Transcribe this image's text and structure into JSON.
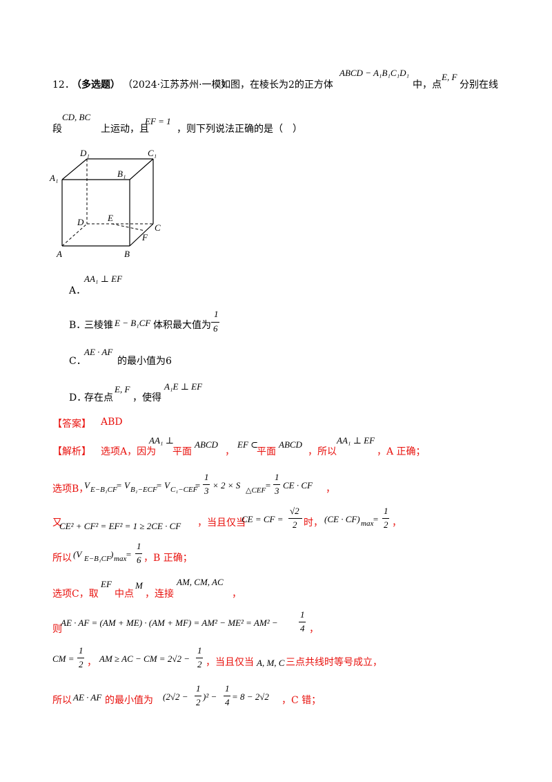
{
  "question": {
    "number": "12．",
    "tag": "（多选题）",
    "source": "（2024·江苏苏州·一模）",
    "text1": "如图，在棱长为2的正方体",
    "cube": "ABCD − A₁B₁C₁D₁",
    "text2": "中，点",
    "points_ef": "E, F",
    "text3": "分别在线",
    "text4": "段",
    "segments": "CD, BC",
    "text5": "上运动，且",
    "cond": "EF = 1",
    "text6": "，则下列说法正确的是（　）"
  },
  "figure": {
    "labels": {
      "D1": "D₁",
      "C1": "C₁",
      "A1": "A₁",
      "B1": "B₁",
      "D": "D",
      "E": "E",
      "C": "C",
      "F": "F",
      "A": "A",
      "B": "B"
    }
  },
  "options": {
    "A": {
      "label": "A．",
      "math": "AA₁ ⊥ EF"
    },
    "B": {
      "label": "B．",
      "t1": "三棱锥",
      "math": "E − B₁CF",
      "t2": "体积最大值为",
      "num": "1",
      "den": "6"
    },
    "C": {
      "label": "C．",
      "math": "AE · AF",
      "t1": "的最小值为6"
    },
    "D": {
      "label": "D．",
      "t1": "存在点",
      "math": "E, F",
      "t2": "，使得",
      "math2": "A₁E ⊥ EF"
    }
  },
  "answer": {
    "label": "【答案】",
    "value": "ABD"
  },
  "analysis": {
    "label": "【解析】",
    "lineA": {
      "t1": "选项A，因为",
      "m1": "AA₁ ⊥",
      "t2": "平面",
      "m2": "ABCD",
      "t3": "，",
      "m3": "EF ⊂",
      "t4": "平面",
      "m4": "ABCD",
      "t5": "，所以",
      "m5": "AA₁ ⊥ EF",
      "t6": "，A 正确；"
    },
    "lineB": {
      "t1": "选项B，",
      "m1": "V",
      "s1": "E−B₁CF",
      "m2": " = V",
      "s2": "B₁−ECF",
      "m3": " = V",
      "s3": "C₁−CEF",
      "m4": " = ",
      "n1": "1",
      "d1": "3",
      "m5": "× 2 × S",
      "s4": "△CEF",
      "m6": " = ",
      "n2": "1",
      "d2": "3",
      "m7": "CE · CF",
      "t2": "，"
    },
    "lineB2": {
      "t1": "又",
      "m1": "CE² + CF² = EF² = 1 ≥ 2CE · CF",
      "t2": "，当且仅当",
      "m2": "CE = CF = ",
      "n": "√2",
      "d": "2",
      "t3": "时，",
      "m3": "(CE · CF)",
      "s": "max",
      "m4": " = ",
      "n2": "1",
      "d2": "2",
      "t4": "，"
    },
    "lineB3": {
      "t1": "所以",
      "m1": "(V",
      "s": "E−B₁CF",
      "m2": ")",
      "s2": "max",
      "m3": " = ",
      "n": "1",
      "d": "6",
      "t2": "，B 正确；"
    },
    "lineC": {
      "t1": "选项C，取",
      "m1": "EF",
      "t2": "中点",
      "m2": "M",
      "t3": "，连接",
      "m3": "AM, CM, AC",
      "t4": "，"
    },
    "lineC2": {
      "t1": "则",
      "m1": "AE · AF = (AM + ME) · (AM + MF) = AM² − ME² = AM² − ",
      "n": "1",
      "d": "4",
      "t2": "，"
    },
    "lineC3": {
      "m1": "CM = ",
      "n": "1",
      "d": "2",
      "t1": "，",
      "m2": "AM ≥ AC − CM = 2√2 − ",
      "n2": "1",
      "d2": "2",
      "t2": "，当且仅当",
      "m3": "A, M, C",
      "t3": "三点共线时等号成立，"
    },
    "lineC4": {
      "t1": "所以",
      "m1": "AE · AF",
      "t2": "的最小值为",
      "m2": "(2√2 − ",
      "n": "1",
      "d": "2",
      "m3": ")² − ",
      "n2": "1",
      "d2": "4",
      "m4": " = 8 − 2√2",
      "t3": "，C 错；"
    }
  }
}
